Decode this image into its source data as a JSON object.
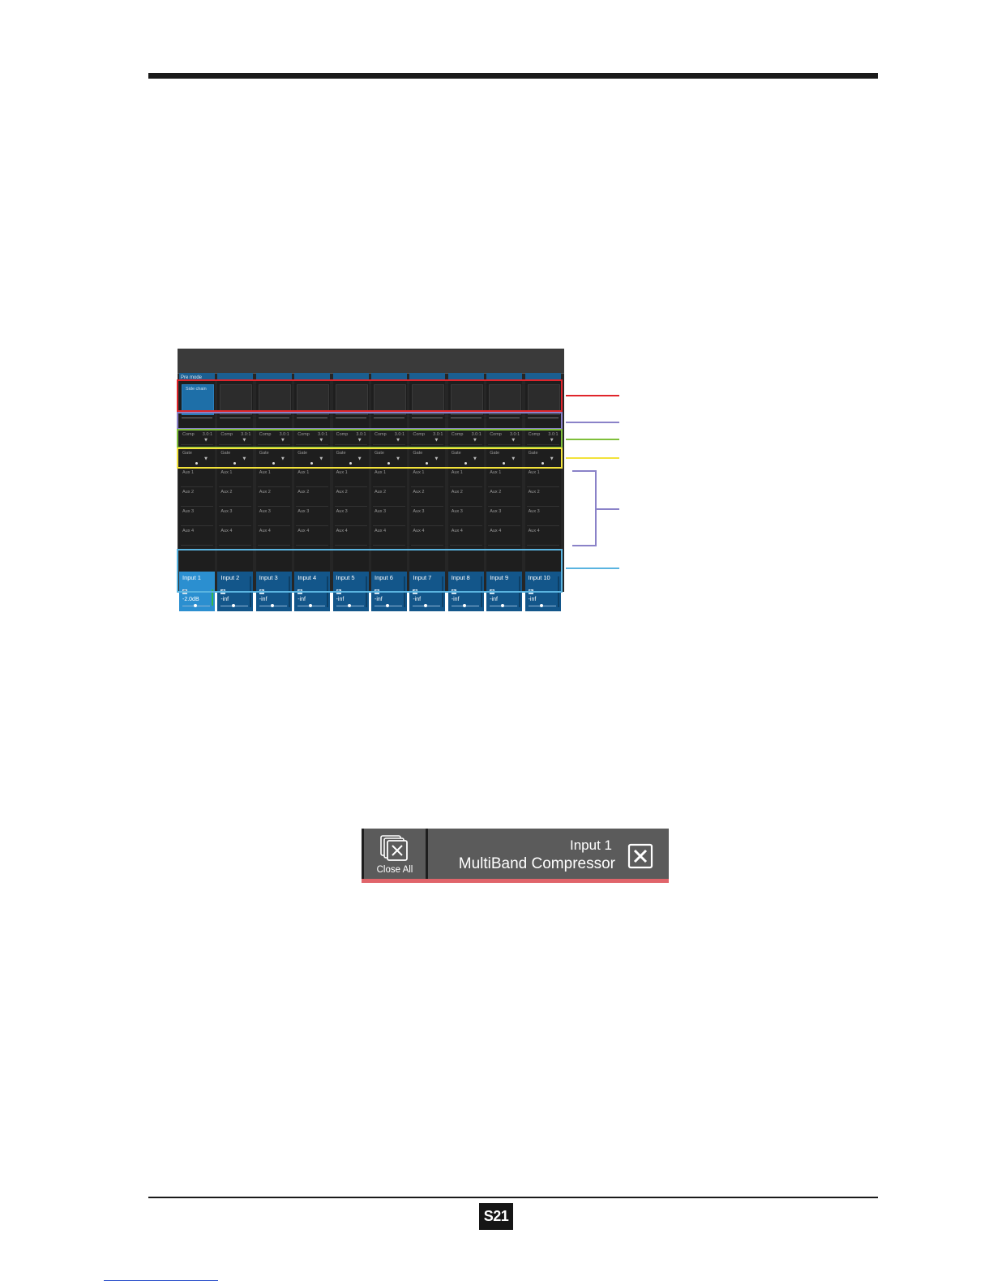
{
  "mixer": {
    "mode_label": "Pre mode",
    "sidechain_label": "Side chain",
    "comp_label": "Comp",
    "comp_ratio": "3.0:1",
    "gate_label": "Gate",
    "aux_labels": [
      "Aux 1",
      "Aux 2",
      "Aux 3",
      "Aux 4"
    ],
    "inputs": [
      {
        "name": "Input 1",
        "level": "-2.0dB"
      },
      {
        "name": "Input 2",
        "level": "-inf"
      },
      {
        "name": "Input 3",
        "level": "-inf"
      },
      {
        "name": "Input 4",
        "level": "-inf"
      },
      {
        "name": "Input 5",
        "level": "-inf"
      },
      {
        "name": "Input 6",
        "level": "-inf"
      },
      {
        "name": "Input 7",
        "level": "-inf"
      },
      {
        "name": "Input 8",
        "level": "-inf"
      },
      {
        "name": "Input 9",
        "level": "-inf"
      },
      {
        "name": "Input 10",
        "level": "-inf"
      }
    ]
  },
  "highlight_colors": {
    "view": "#e0252b",
    "eq": "#8a82c8",
    "comp": "#7fbf3a",
    "gate": "#f2e23a",
    "sends": "#8a82c8",
    "inputs": "#5ab4e0"
  },
  "close_bar": {
    "close_all_label": "Close All",
    "window_title_line1": "Input 1",
    "window_title_line2": "MultiBand Compressor",
    "close_icon": "close-icon",
    "close_all_icon": "close-all-stack-icon"
  },
  "footer": {
    "page_badge": "S21"
  }
}
